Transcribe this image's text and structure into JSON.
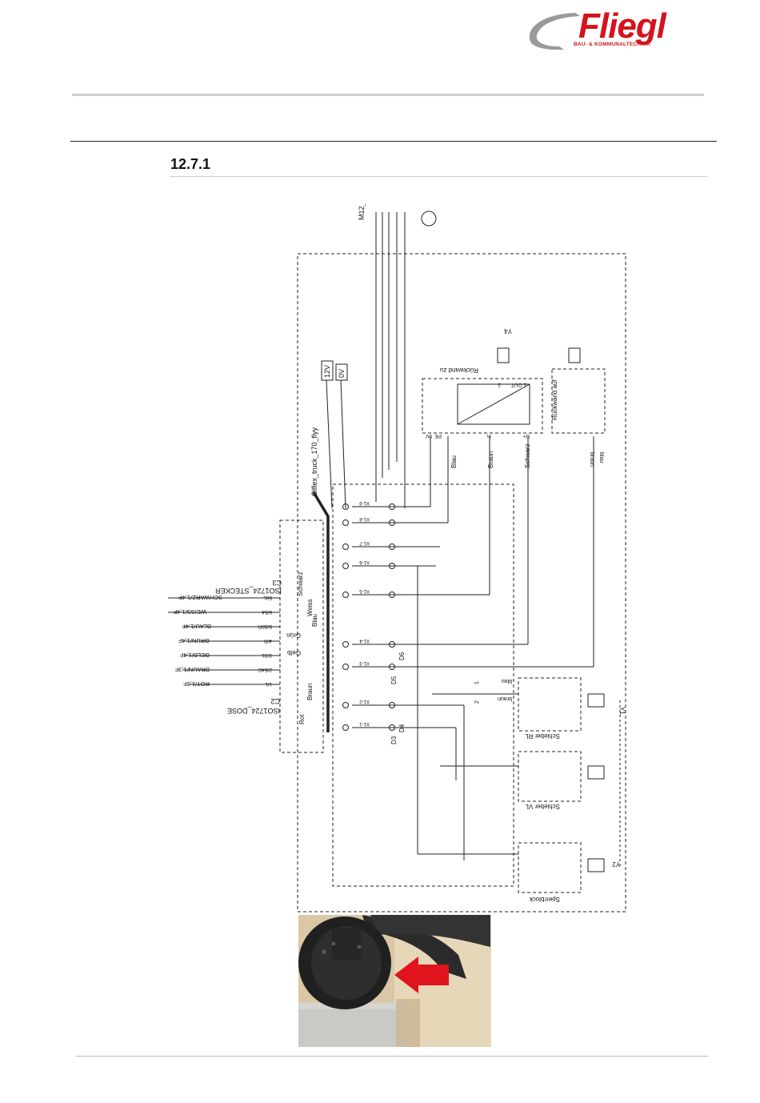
{
  "logo": {
    "word": "Fliegl",
    "subtitle": "BAU- & KOMMUNALTECHNIK"
  },
  "section": {
    "number": "12.7.1"
  },
  "schematic": {
    "connector_top": "M12_F",
    "supply_12v": "12V",
    "supply_0v": "0V",
    "cable": "Olflex_truck_170_flyy",
    "plug_name": "ISO1724_STECKER",
    "plug_ref": "C3",
    "socket_name": "ISO1724_DOSE",
    "socket_ref": "C2",
    "plug_wires": [
      "SCHWARZ/1,4F",
      "WEISS/1,4F",
      "BLAU/1,4F",
      "GRUN/1,4F",
      "GELB/1,4F",
      "BRAUN/1,3F",
      "ROT/1,3F"
    ],
    "pin_labels": [
      "58L",
      "6/54",
      "5/58R",
      "4/R",
      "3/31",
      "2/54G",
      "1/L"
    ],
    "wire_colors_left": [
      "Schwarz",
      "Weiss",
      "Blau",
      "Grün",
      "Gelb",
      "Braun",
      "Rot"
    ],
    "terminals": [
      "X1-9",
      "X1-8",
      "X1-7",
      "X1-6",
      "X1-5",
      "X1-4",
      "X1-3",
      "X1-2",
      "X1-1"
    ],
    "diodes": [
      "D6",
      "D5",
      "D4",
      "D3"
    ],
    "sensor_top": "Rückwand zu",
    "sensor_top_pins": [
      "0V",
      "PE",
      "In",
      "U+",
      "1 OUT",
      "2"
    ],
    "sensor_top_wires": [
      "Blau",
      "Braun",
      "Schwarz"
    ],
    "valve_top": "Y4",
    "box_right_top": "Rückwand auf",
    "box_right_top_wires": [
      "braun",
      "blau"
    ],
    "valves": [
      {
        "name": "Schieber RL",
        "coil": "Y1"
      },
      {
        "name": "Schieber VL",
        "coil": ""
      },
      {
        "name": "Sperrblock",
        "coil": "Y2"
      }
    ],
    "valve_wires": [
      "blau",
      "braun"
    ],
    "pin_numbers": [
      "1",
      "2"
    ]
  },
  "colors": {
    "brand": "#d5121d",
    "line": "#222222",
    "dashed": "#444444",
    "arrow": "#e0141c"
  }
}
